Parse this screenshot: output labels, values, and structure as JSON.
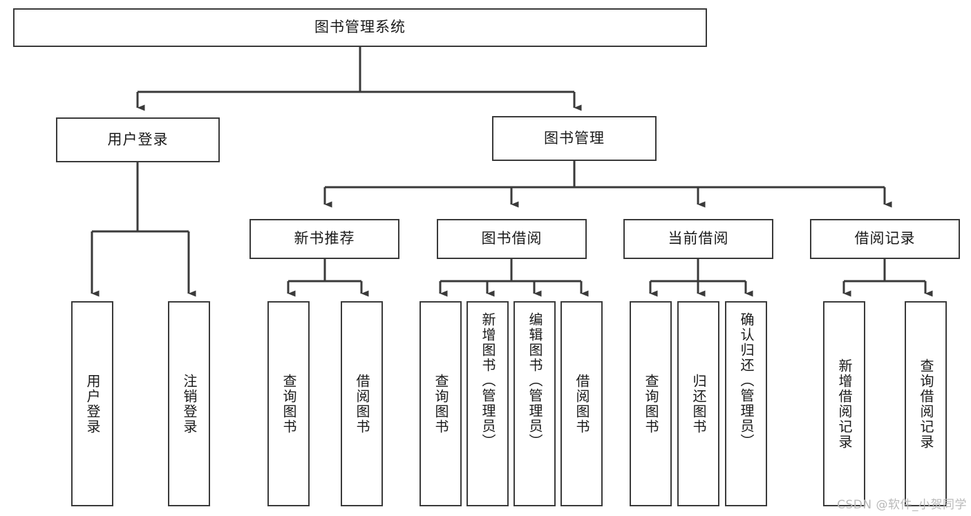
{
  "diagram": {
    "type": "tree",
    "title": "图书管理系统",
    "watermark": "CSDN @软件_小贺同学",
    "colors": {
      "stroke": "#3a3a3a",
      "fill": "#ffffff",
      "text": "#1a1a1a",
      "watermark": "#b9b9b9"
    },
    "nodes": {
      "root": {
        "label": "图书管理系统"
      },
      "level2": [
        {
          "id": "user-login",
          "label": "用户登录"
        },
        {
          "id": "book-manage",
          "label": "图书管理"
        }
      ],
      "level3": [
        {
          "id": "new-book-rec",
          "label": "新书推荐"
        },
        {
          "id": "book-borrow",
          "label": "图书借阅"
        },
        {
          "id": "current-borrow",
          "label": "当前借阅"
        },
        {
          "id": "borrow-record",
          "label": "借阅记录"
        }
      ],
      "leaves": {
        "user-login": [
          {
            "id": "leaf-user-login",
            "label": "用户登录"
          },
          {
            "id": "leaf-logout-login",
            "label": "注销登录"
          }
        ],
        "new-book-rec": [
          {
            "id": "leaf-query-book-1",
            "label": "查询图书"
          },
          {
            "id": "leaf-borrow-book-1",
            "label": "借阅图书"
          }
        ],
        "book-borrow": [
          {
            "id": "leaf-query-book-2",
            "label": "查询图书"
          },
          {
            "id": "leaf-add-book",
            "label": "新增图书（管理员）"
          },
          {
            "id": "leaf-edit-book",
            "label": "编辑图书（管理员）"
          },
          {
            "id": "leaf-borrow-book-2",
            "label": "借阅图书"
          }
        ],
        "current-borrow": [
          {
            "id": "leaf-query-book-3",
            "label": "查询图书"
          },
          {
            "id": "leaf-return-book",
            "label": "归还图书"
          },
          {
            "id": "leaf-confirm-return",
            "label": "确认归还（管理员）"
          }
        ],
        "borrow-record": [
          {
            "id": "leaf-add-record",
            "label": "新增借阅记录"
          },
          {
            "id": "leaf-query-record",
            "label": "查询借阅记录"
          }
        ]
      }
    }
  }
}
